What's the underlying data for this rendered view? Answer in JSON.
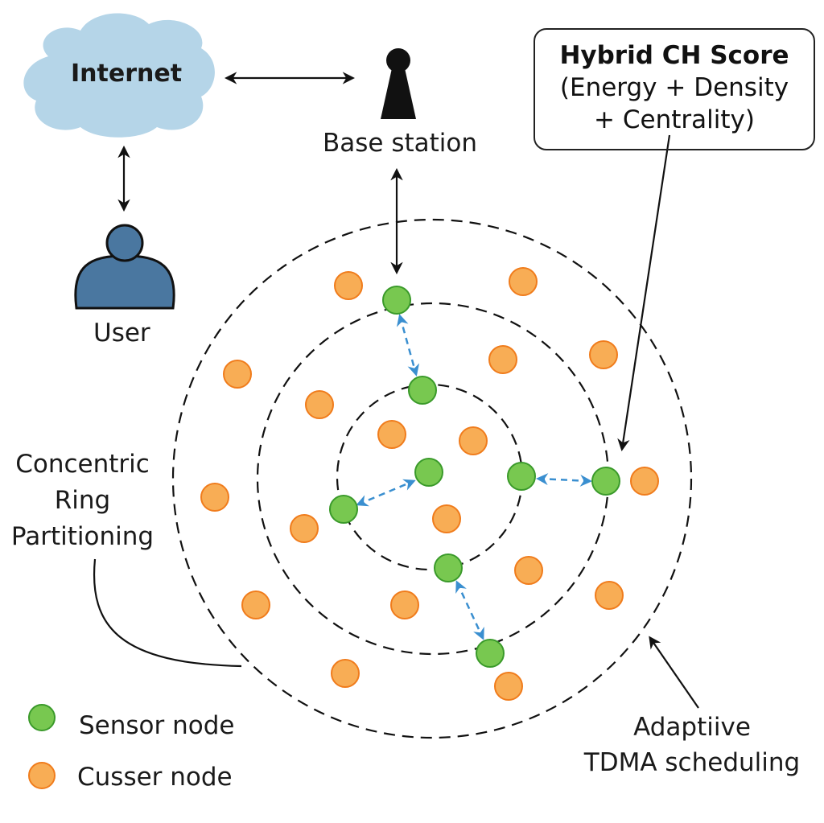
{
  "internet": {
    "label": "Internet",
    "color": "#b5d5e8"
  },
  "base_station": {
    "label": "Base station"
  },
  "user": {
    "label": "User",
    "color": "#4a77a0"
  },
  "hybrid_box": {
    "title": "Hybrid CH Score",
    "line2": "(Energy + Density",
    "line3": "+ Centrality)"
  },
  "concentric_label": {
    "line1": "Concentric",
    "line2": "Ring",
    "line3": "Partitioning"
  },
  "adaptive_label": {
    "line1": "Adaptiive",
    "line2": "TDMA scheduling"
  },
  "legend": [
    {
      "label": "Sensor node",
      "color": "#78c850"
    },
    {
      "label": "Cusser node",
      "color": "#f8ad55"
    }
  ],
  "colors": {
    "green_fill": "#78c850",
    "green_stroke": "#3a9a2a",
    "orange_fill": "#f8ad55",
    "orange_stroke": "#f07c1c",
    "link": "#3a8fd0"
  }
}
